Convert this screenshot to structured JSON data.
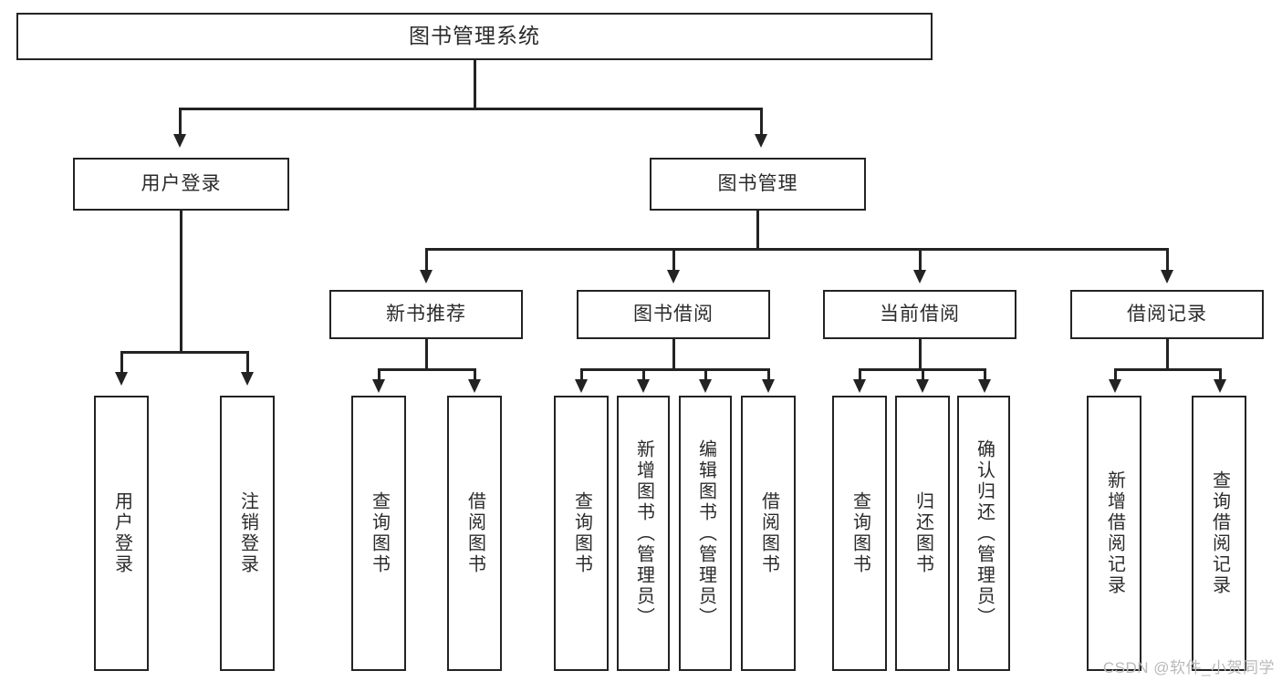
{
  "diagram": {
    "title": "图书管理系统",
    "type": "tree-hierarchy-diagram",
    "root": {
      "label": "图书管理系统"
    },
    "level2": [
      {
        "label": "用户登录"
      },
      {
        "label": "图书管理"
      }
    ],
    "level3": [
      {
        "label": "新书推荐"
      },
      {
        "label": "图书借阅"
      },
      {
        "label": "当前借阅"
      },
      {
        "label": "借阅记录"
      }
    ],
    "leaves": {
      "user_login": [
        {
          "label": "用户登录"
        },
        {
          "label": "注销登录"
        }
      ],
      "new_book_recommend": [
        {
          "label": "查询图书"
        },
        {
          "label": "借阅图书"
        }
      ],
      "book_borrow": [
        {
          "label": "查询图书"
        },
        {
          "label": "新增图书（管理员）"
        },
        {
          "label": "编辑图书（管理员）"
        },
        {
          "label": "借阅图书"
        }
      ],
      "current_borrow": [
        {
          "label": "查询图书"
        },
        {
          "label": "归还图书"
        },
        {
          "label": "确认归还（管理员）"
        }
      ],
      "borrow_record": [
        {
          "label": "新增借阅记录"
        },
        {
          "label": "查询借阅记录"
        }
      ]
    }
  },
  "watermark": {
    "text": "CSDN @软件_小贺同学"
  },
  "colors": {
    "stroke": "#232323",
    "text": "#2b2b2b",
    "background": "#ffffff",
    "watermark": "#b9b9b9"
  }
}
